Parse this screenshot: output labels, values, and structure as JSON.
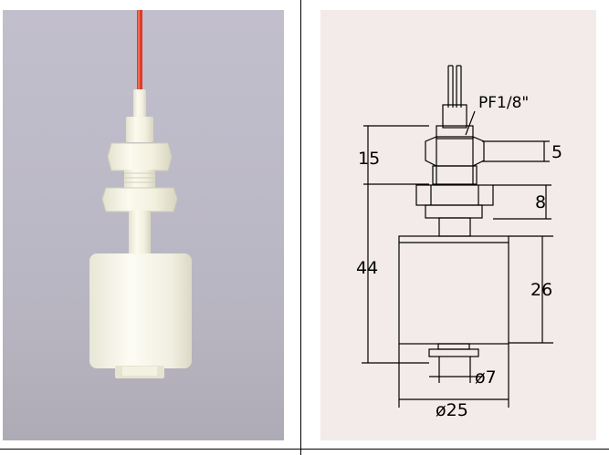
{
  "photo": {
    "subject": "float-switch-photo"
  },
  "drawing": {
    "thread_label": "PF1/8\"",
    "dimensions": {
      "top_section": "15",
      "nut_height": "5",
      "lower_nut_height": "8",
      "overall_height": "44",
      "float_height": "26",
      "bottom_stem_diameter": "ø7",
      "float_diameter": "ø25"
    }
  },
  "colors": {
    "photo_background": "#bdbac8",
    "drawing_background": "#f3ebe9",
    "wire_red": "#e03a2a",
    "plastic": "#f4f2e2"
  }
}
